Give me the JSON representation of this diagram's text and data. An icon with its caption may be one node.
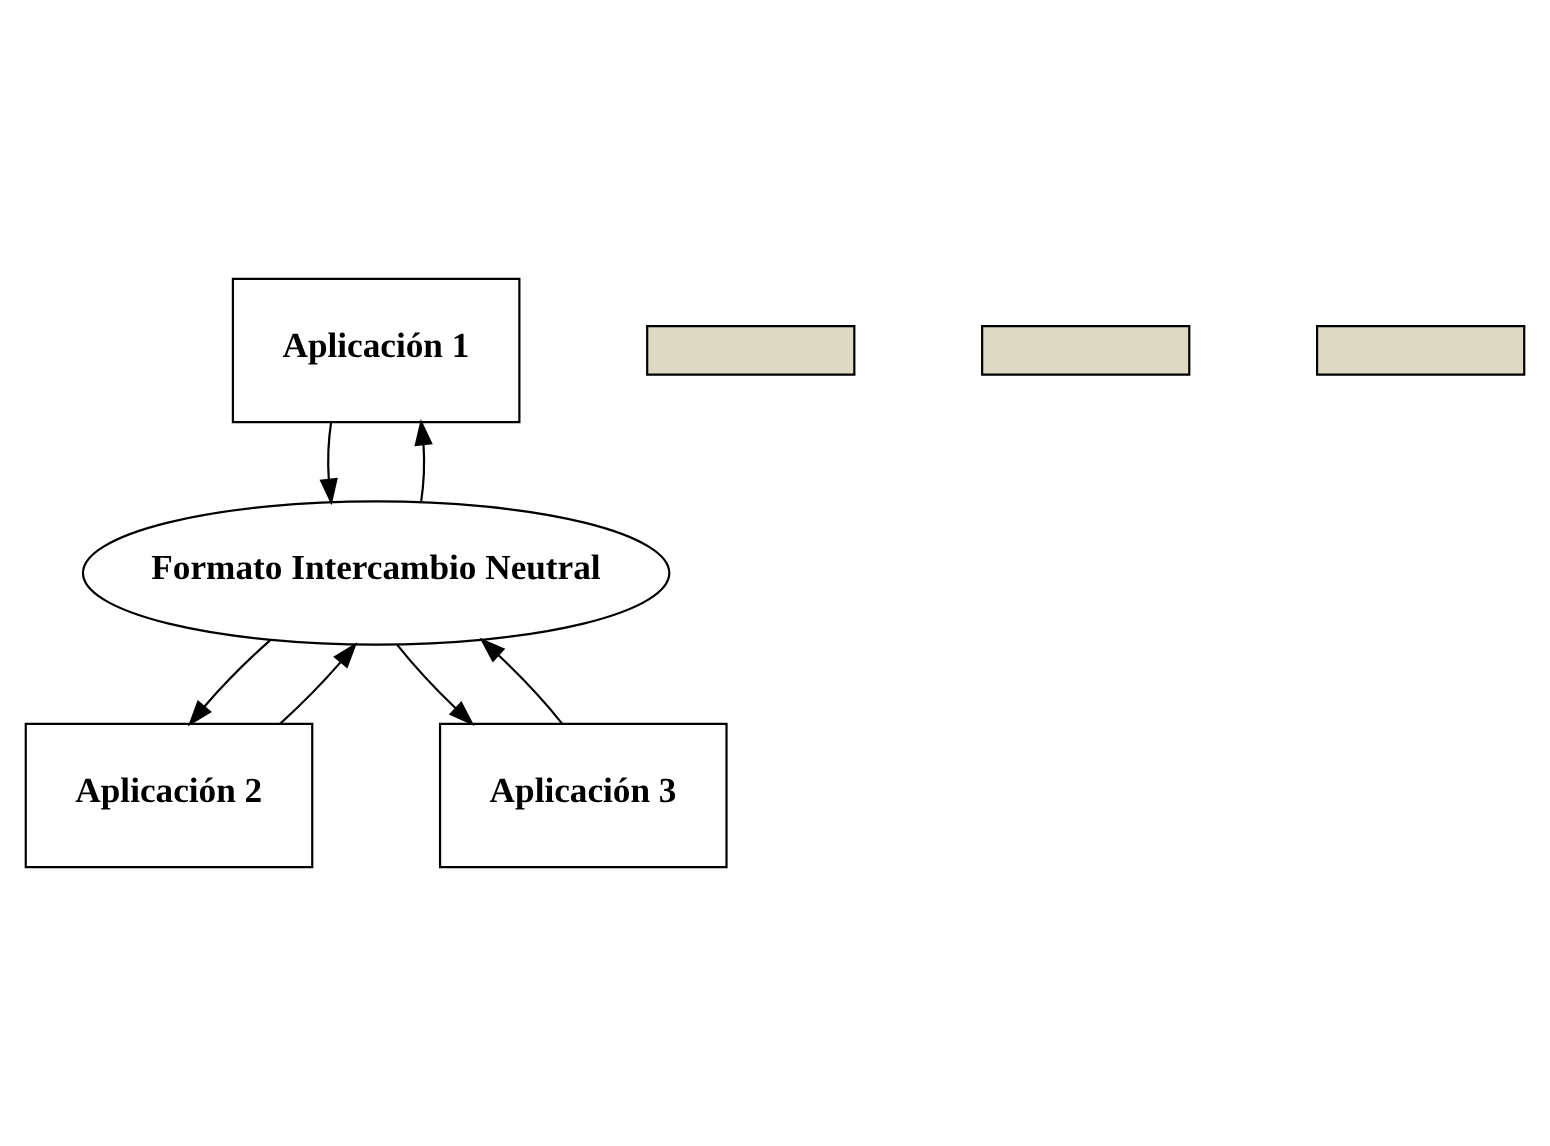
{
  "diagram": {
    "nodes": [
      {
        "text": [
          "Aplicación 1"
        ]
      },
      {
        "text": [
          "Aplicación 2"
        ]
      },
      {
        "text": [],
        "shape": "bar"
      },
      {
        "text": [],
        "shape": "bar"
      },
      {
        "text": [
          "Formato Intercambio Neutral"
        ]
      },
      {
        "text": [],
        "shape": "bar"
      },
      {
        "text": [
          "Aplicación 3"
        ]
      }
    ],
    "edges": [
      {
        "from": 0,
        "to": 4,
        "arrow": "to"
      },
      {
        "from": 4,
        "to": 0,
        "arrow": "to"
      },
      {
        "from": 1,
        "to": 4,
        "arrow": "to"
      },
      {
        "from": 4,
        "to": 1,
        "arrow": "to"
      },
      {
        "from": 4,
        "to": 6,
        "arrow": "to"
      },
      {
        "from": 6,
        "to": 4,
        "arrow": "to"
      }
    ]
  }
}
